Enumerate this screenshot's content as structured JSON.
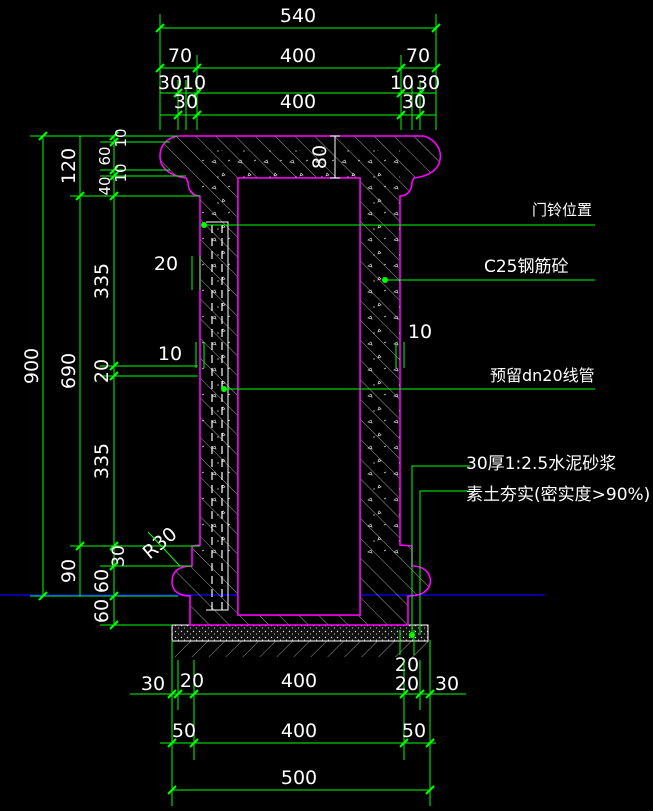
{
  "colors": {
    "background": "#000000",
    "dimension": "#00ff00",
    "outline": "#ff00ff",
    "dim_text": "#ffffff",
    "ground_line": "#0000ff",
    "gate_post": "#ffffff"
  },
  "top_dims": {
    "overall": "540",
    "side_left": "70",
    "middle": "400",
    "side_right": "70",
    "row3_30l": "30",
    "row3_10l": "10",
    "row3_10r": "10",
    "row3_30r": "30",
    "row4_30l": "30",
    "row4_400": "400",
    "row4_30r": "30"
  },
  "left_dims": {
    "overall": "900",
    "shaft": "690",
    "cap_120": "120",
    "cap_10": "10",
    "cap_60": "60",
    "cap_10b": "10",
    "cap_40": "40",
    "upper_335": "335",
    "mid_20": "20",
    "lower_335": "335",
    "base_30": "30",
    "base_90": "90",
    "base_60": "60",
    "footing_60": "60"
  },
  "inner_dims": {
    "cap_depth": "80",
    "left_recess": "20",
    "left_groove": "10",
    "right_groove": "10",
    "radius": "R30",
    "bottom_20": "20"
  },
  "bottom_dims": {
    "row1_30l": "30",
    "row1_20l": "20",
    "row1_400": "400",
    "row1_20r": "20",
    "row1_30r": "30",
    "row2_50l": "50",
    "row2_400": "400",
    "row2_50r": "50",
    "overall": "500"
  },
  "labels": {
    "doorbell": "门铃位置",
    "concrete": "C25钢筋砼",
    "conduit": "预留dn20线管",
    "mortar": "30厚1:2.5水泥砂浆",
    "soil": "素土夯实(密实度>90%)"
  }
}
